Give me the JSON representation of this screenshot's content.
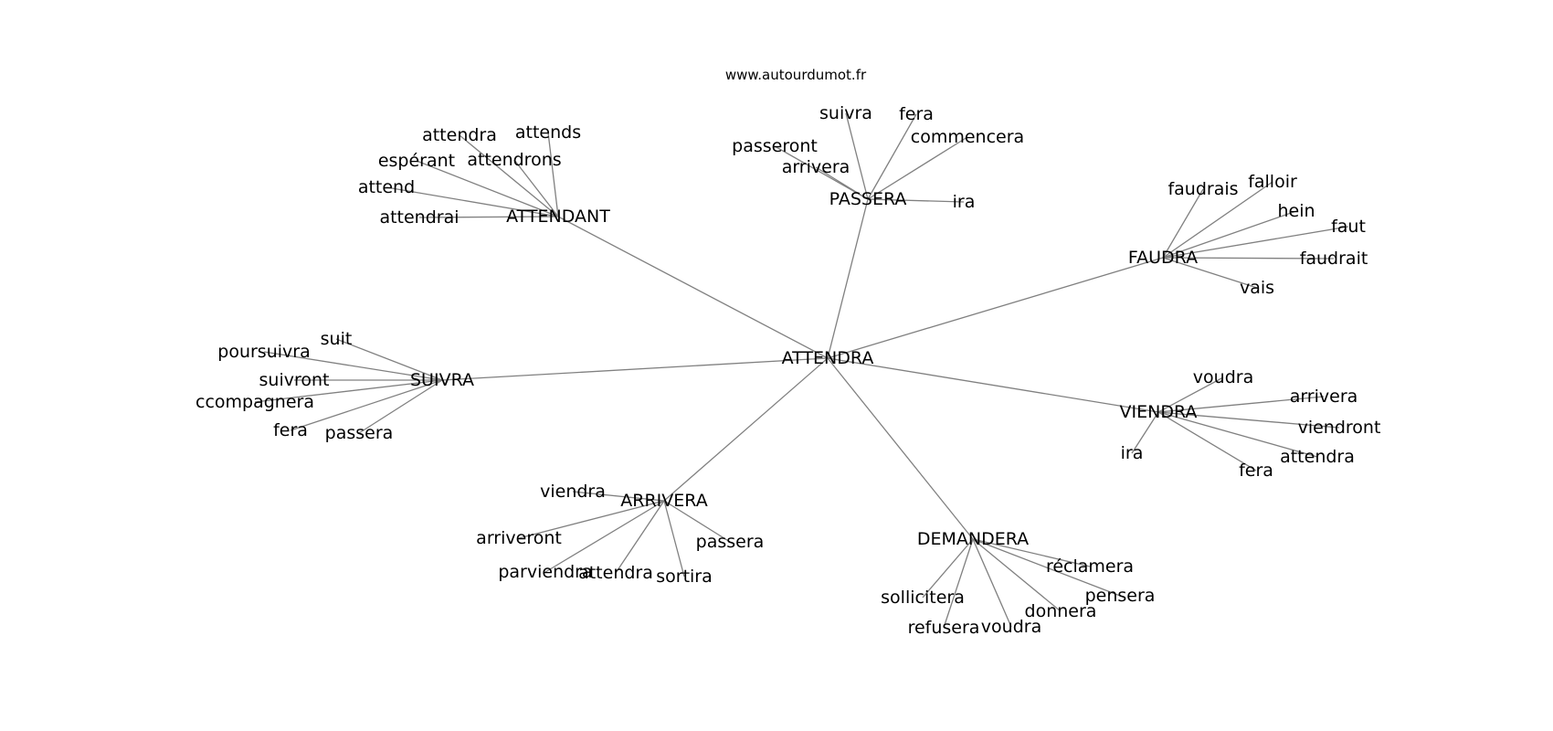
{
  "source": "www.autourdumot.fr",
  "nodes": [
    {
      "id": "c",
      "label": "ATTENDRA"
    },
    {
      "id": "h1",
      "label": "ATTENDANT"
    },
    {
      "id": "h2",
      "label": "PASSERA"
    },
    {
      "id": "h3",
      "label": "FAUDRA"
    },
    {
      "id": "h4",
      "label": "SUIVRA"
    },
    {
      "id": "h5",
      "label": "VIENDRA"
    },
    {
      "id": "h6",
      "label": "ARRIVERA"
    },
    {
      "id": "h7",
      "label": "DEMANDERA"
    },
    {
      "id": "a1",
      "label": "attendra"
    },
    {
      "id": "a2",
      "label": "attends"
    },
    {
      "id": "a3",
      "label": "espérant"
    },
    {
      "id": "a4",
      "label": "attendrons"
    },
    {
      "id": "a5",
      "label": "attend"
    },
    {
      "id": "a6",
      "label": "attendrai"
    },
    {
      "id": "p1",
      "label": "suivra"
    },
    {
      "id": "p2",
      "label": "fera"
    },
    {
      "id": "p3",
      "label": "commencera"
    },
    {
      "id": "p4",
      "label": "passeront"
    },
    {
      "id": "p5",
      "label": "arrivera"
    },
    {
      "id": "p6",
      "label": "ira"
    },
    {
      "id": "f1",
      "label": "faudrais"
    },
    {
      "id": "f2",
      "label": "falloir"
    },
    {
      "id": "f3",
      "label": "hein"
    },
    {
      "id": "f4",
      "label": "faut"
    },
    {
      "id": "f5",
      "label": "faudrait"
    },
    {
      "id": "f6",
      "label": "vais"
    },
    {
      "id": "s1",
      "label": "suit"
    },
    {
      "id": "s2",
      "label": "poursuivra"
    },
    {
      "id": "s3",
      "label": "suivront"
    },
    {
      "id": "s4",
      "label": "ccompagnera"
    },
    {
      "id": "s5",
      "label": "fera"
    },
    {
      "id": "s6",
      "label": "passera"
    },
    {
      "id": "v1",
      "label": "voudra"
    },
    {
      "id": "v2",
      "label": "arrivera"
    },
    {
      "id": "v3",
      "label": "viendront"
    },
    {
      "id": "v4",
      "label": "attendra"
    },
    {
      "id": "v5",
      "label": "ira"
    },
    {
      "id": "v6",
      "label": "fera"
    },
    {
      "id": "r1",
      "label": "viendra"
    },
    {
      "id": "r2",
      "label": "arriveront"
    },
    {
      "id": "r3",
      "label": "passera"
    },
    {
      "id": "r4",
      "label": "parviendra"
    },
    {
      "id": "r5",
      "label": "attendra"
    },
    {
      "id": "r6",
      "label": "sortira"
    },
    {
      "id": "d1",
      "label": "réclamera"
    },
    {
      "id": "d2",
      "label": "pensera"
    },
    {
      "id": "d3",
      "label": "sollicitera"
    },
    {
      "id": "d4",
      "label": "donnera"
    },
    {
      "id": "d5",
      "label": "refusera"
    },
    {
      "id": "d6",
      "label": "voudra"
    }
  ],
  "edges": [
    [
      "c",
      "h1"
    ],
    [
      "c",
      "h2"
    ],
    [
      "c",
      "h3"
    ],
    [
      "c",
      "h4"
    ],
    [
      "c",
      "h5"
    ],
    [
      "c",
      "h6"
    ],
    [
      "c",
      "h7"
    ],
    [
      "h1",
      "a1"
    ],
    [
      "h1",
      "a2"
    ],
    [
      "h1",
      "a3"
    ],
    [
      "h1",
      "a4"
    ],
    [
      "h1",
      "a5"
    ],
    [
      "h1",
      "a6"
    ],
    [
      "h2",
      "p1"
    ],
    [
      "h2",
      "p2"
    ],
    [
      "h2",
      "p3"
    ],
    [
      "h2",
      "p4"
    ],
    [
      "h2",
      "p5"
    ],
    [
      "h2",
      "p6"
    ],
    [
      "h3",
      "f1"
    ],
    [
      "h3",
      "f2"
    ],
    [
      "h3",
      "f3"
    ],
    [
      "h3",
      "f4"
    ],
    [
      "h3",
      "f5"
    ],
    [
      "h3",
      "f6"
    ],
    [
      "h4",
      "s1"
    ],
    [
      "h4",
      "s2"
    ],
    [
      "h4",
      "s3"
    ],
    [
      "h4",
      "s4"
    ],
    [
      "h4",
      "s5"
    ],
    [
      "h4",
      "s6"
    ],
    [
      "h5",
      "v1"
    ],
    [
      "h5",
      "v2"
    ],
    [
      "h5",
      "v3"
    ],
    [
      "h5",
      "v4"
    ],
    [
      "h5",
      "v5"
    ],
    [
      "h5",
      "v6"
    ],
    [
      "h6",
      "r1"
    ],
    [
      "h6",
      "r2"
    ],
    [
      "h6",
      "r3"
    ],
    [
      "h6",
      "r4"
    ],
    [
      "h6",
      "r5"
    ],
    [
      "h6",
      "r6"
    ],
    [
      "h7",
      "d1"
    ],
    [
      "h7",
      "d2"
    ],
    [
      "h7",
      "d3"
    ],
    [
      "h7",
      "d4"
    ],
    [
      "h7",
      "d5"
    ],
    [
      "h7",
      "d6"
    ]
  ]
}
